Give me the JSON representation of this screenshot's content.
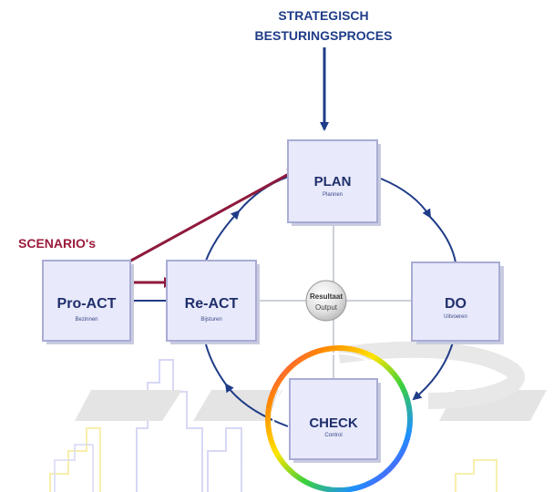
{
  "header": {
    "title_line1": "STRATEGISCH",
    "title_line2": "BESTURINGSPROCES"
  },
  "scenario_label": "SCENARIO's",
  "center": {
    "title": "Resultaat",
    "subtitle": "Output"
  },
  "nodes": {
    "plan": {
      "title": "PLAN",
      "subtitle": "Plannen"
    },
    "do": {
      "title": "DO",
      "subtitle": "Uitvoeren"
    },
    "check": {
      "title": "CHECK",
      "subtitle": "Control"
    },
    "react": {
      "title": "Re-ACT",
      "subtitle": "Bijsturen"
    },
    "proact": {
      "title": "Pro-ACT",
      "subtitle": "Bezinnen"
    }
  },
  "colors": {
    "cycle_arrow": "#1f3c88",
    "scenario_arrow": "#8e1a3c",
    "box_fill": "#e8e9fb",
    "box_stroke": "#a9acd4",
    "title_text": "#1f2f6b"
  }
}
